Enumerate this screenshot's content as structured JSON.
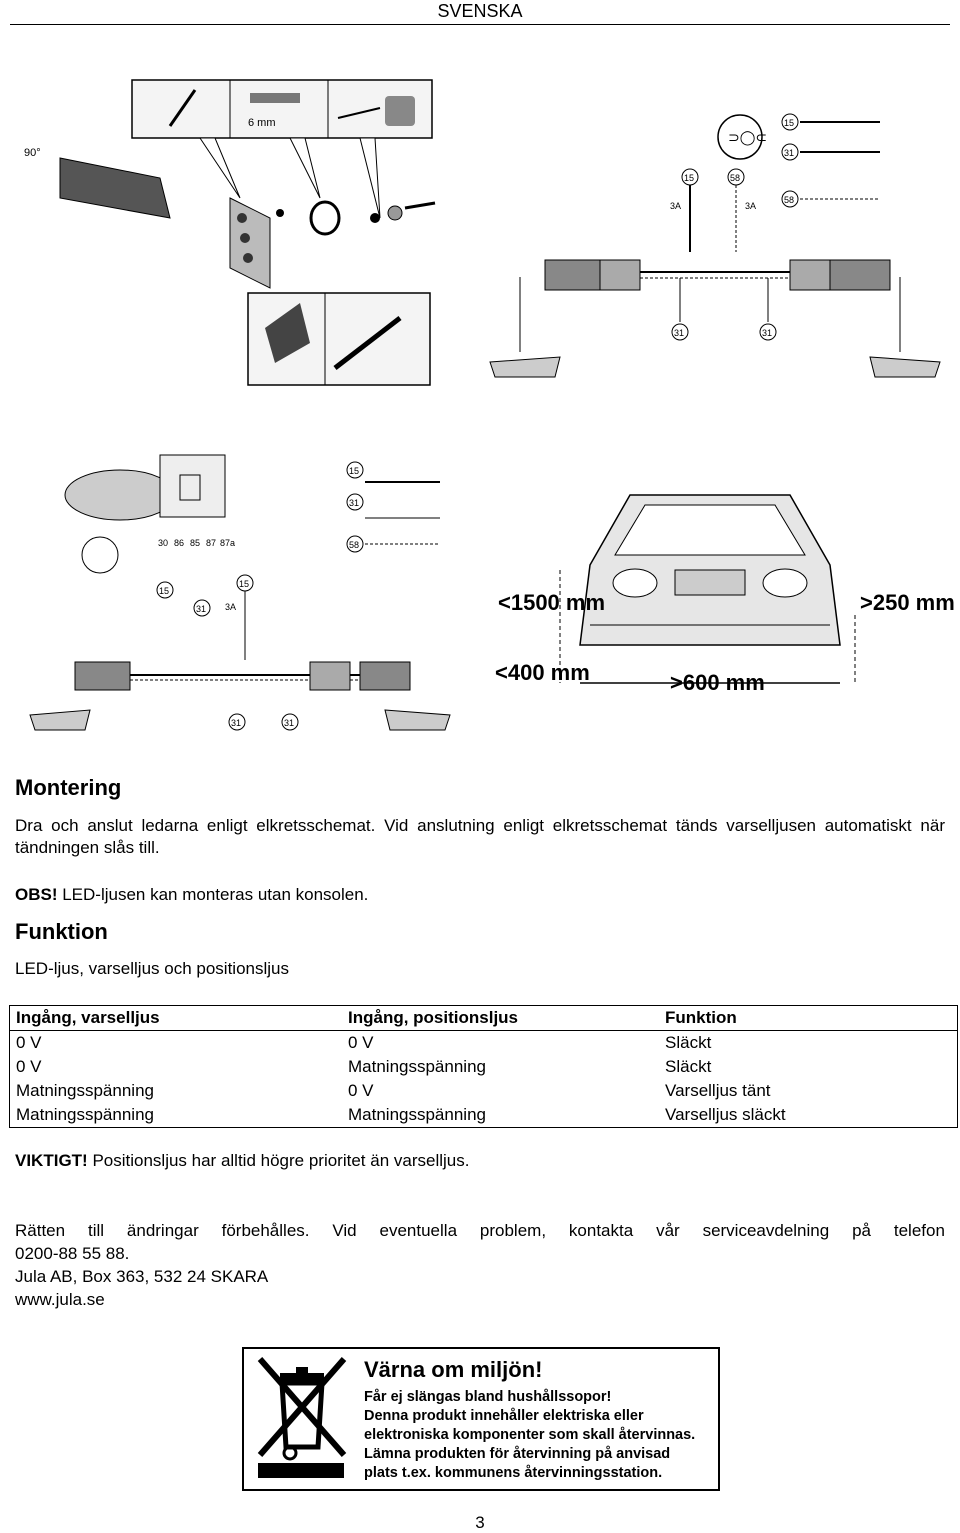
{
  "header": {
    "title": "SVENSKA"
  },
  "figures": {
    "mounting_drill_label": "6 mm",
    "mounting_angle_label": "90°",
    "wiring_top": {
      "terminals": [
        "15",
        "58",
        "31"
      ],
      "fuse_label": "3A"
    },
    "relay": {
      "pins": [
        "30",
        "86",
        "85",
        "87",
        "87a"
      ],
      "terminals": [
        "15",
        "31",
        "58"
      ],
      "fuse_label": "3A"
    },
    "dimensions": {
      "height_max": "<1500 mm",
      "height_min": "<400 mm",
      "edge_min": ">250 mm",
      "spacing_min": ">600 mm"
    }
  },
  "montering": {
    "title": "Montering",
    "p1": "Dra och anslut ledarna enligt elkretsschemat. Vid anslutning enligt elkretsschemat tänds varselljusen automatiskt när tändningen slås till.",
    "obs_label": "OBS!",
    "obs_text": " LED-ljusen kan monteras utan konsolen."
  },
  "funktion": {
    "title": "Funktion",
    "subtitle": "LED-ljus, varselljus och positionsljus",
    "table": {
      "headers": [
        "Ingång, varselljus",
        "Ingång, positionsljus",
        "Funktion"
      ],
      "rows": [
        [
          "0 V",
          "0 V",
          "Släckt"
        ],
        [
          "0 V",
          "Matningsspänning",
          "Släckt"
        ],
        [
          "Matningsspänning",
          "0 V",
          "Varselljus tänt"
        ],
        [
          "Matningsspänning",
          "Matningsspänning",
          "Varselljus släckt"
        ]
      ]
    },
    "important_label": "VIKTIGT!",
    "important_text": " Positionsljus har alltid högre prioritet än varselljus."
  },
  "footer": {
    "rights_words": [
      "Rätten",
      "till",
      "ändringar",
      "förbehålles.",
      "Vid",
      "eventuella",
      "problem,",
      "kontakta",
      "vår",
      "serviceavdelning",
      "på",
      "telefon"
    ],
    "phone": "0200-88 55 88.",
    "address": "Jula AB, Box 363, 532 24 SKARA",
    "web": "www.jula.se"
  },
  "environment": {
    "title": "Värna om miljön!",
    "lines": [
      "Får ej slängas bland hushållssopor!",
      "Denna produkt innehåller elektriska eller",
      "elektroniska komponenter som skall återvinnas.",
      "Lämna produkten för återvinning på anvisad",
      "plats t.ex. kommunens återvinningsstation."
    ]
  },
  "page_number": "3"
}
